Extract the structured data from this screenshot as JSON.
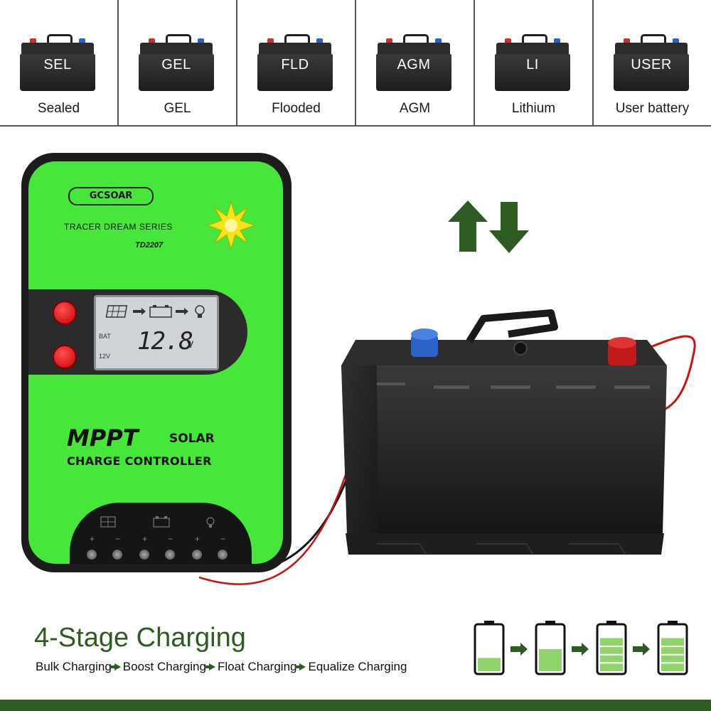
{
  "battery_types": [
    {
      "code": "SEL",
      "name": "Sealed"
    },
    {
      "code": "GEL",
      "name": "GEL"
    },
    {
      "code": "FLD",
      "name": "Flooded"
    },
    {
      "code": "AGM",
      "name": "AGM"
    },
    {
      "code": "LI",
      "name": "Lithium"
    },
    {
      "code": "USER",
      "name": "User battery"
    }
  ],
  "controller": {
    "brand": "GCSOAR",
    "series": "TRACER DREAM SERIES",
    "model": "TD2207",
    "lcd_label_bat": "BAT",
    "lcd_label_system": "12V",
    "lcd_value": "12.8",
    "lcd_unit": "V",
    "title_main": "MPPT",
    "title_solar": "SOLAR",
    "title_sub": "CHARGE CONTROLLER"
  },
  "charging": {
    "title": "4-Stage Charging",
    "stages": [
      "Bulk Charging",
      "Boost Charging",
      "Float Charging",
      "Equalize Charging"
    ],
    "stage_fill_levels": [
      0.3,
      0.5,
      0.75,
      0.75
    ]
  },
  "colors": {
    "accent_green": "#2d5b22",
    "controller_green": "#46e63a",
    "battery_fill": "#8fd46a"
  },
  "icons": [
    "sun-icon",
    "solar-panel-icon",
    "battery-icon",
    "lightbulb-icon",
    "up-arrow-icon",
    "down-arrow-icon"
  ]
}
